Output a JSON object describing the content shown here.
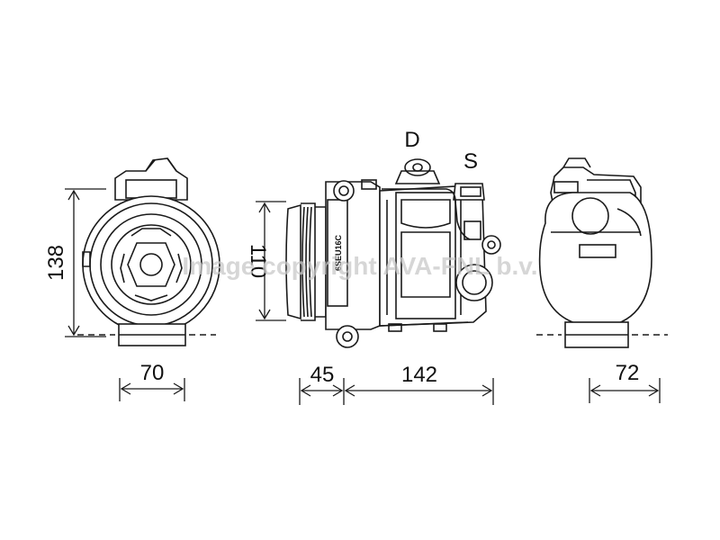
{
  "dimensions": {
    "front_height": "138",
    "front_width": "70",
    "side_height": "110",
    "pulley_depth": "45",
    "body_length": "142",
    "rear_width": "72"
  },
  "ports": {
    "discharge": "D",
    "suction": "S"
  },
  "part_marking": "6SEU16C",
  "watermark": "Image copyright AVA-FNL b.v.",
  "colors": {
    "line": "#1a1a1a",
    "watermark": "#c9c9c9",
    "background": "#ffffff"
  }
}
